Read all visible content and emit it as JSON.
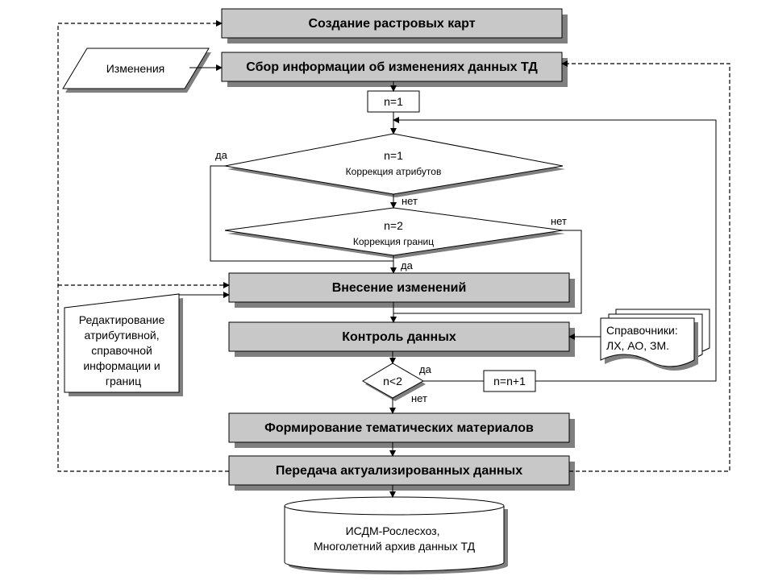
{
  "processes": {
    "create_rasters": "Создание растровых карт",
    "collect_changes": "Сбор информации об изменениях данных ТД",
    "apply_changes": "Внесение изменений",
    "data_control": "Контроль данных",
    "thematic": "Формирование тематических материалов",
    "transfer": "Передача актуализированных данных"
  },
  "inputs": {
    "changes": "Изменения",
    "editing": [
      "Редактирование",
      "атрибутивной,",
      "справочной",
      "информации и",
      "границ"
    ]
  },
  "counters": {
    "init": "n=1",
    "increment": "n=n+1"
  },
  "decisions": {
    "attr": {
      "cond": "n=1",
      "label": "Коррекция атрибутов"
    },
    "bounds": {
      "cond": "n=2",
      "label": "Коррекция границ"
    },
    "loop": {
      "cond": "n<2"
    }
  },
  "branch_labels": {
    "yes": "да",
    "no": "нет"
  },
  "references": [
    "Справочники:",
    "ЛХ, АО, ЗМ."
  ],
  "database": [
    "ИСДМ-Рослесхоз,",
    "Многолетний архив данных ТД"
  ]
}
